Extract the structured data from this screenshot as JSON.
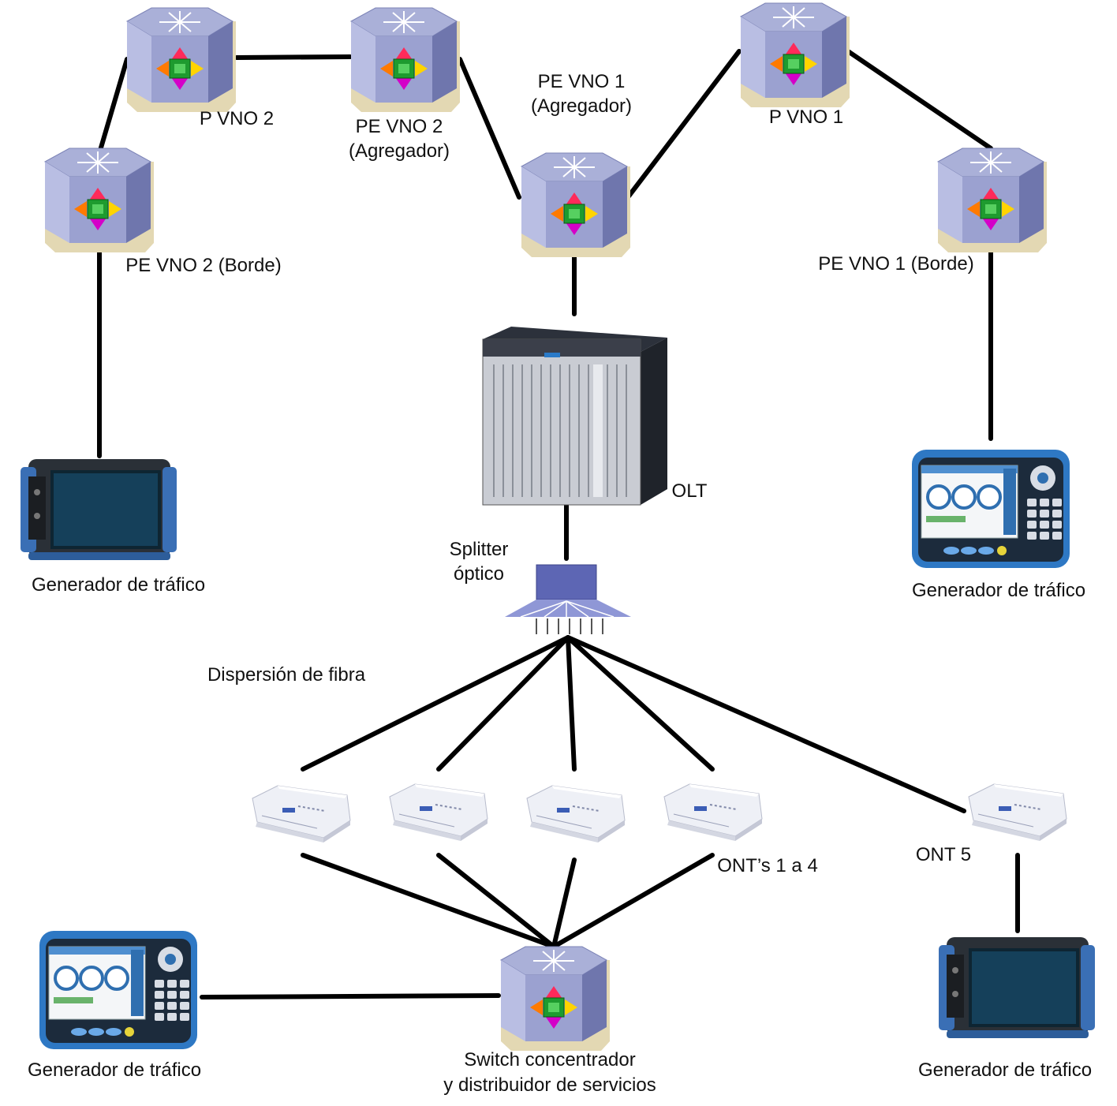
{
  "colors": {
    "link": "#000000",
    "router_top": "#aab0d8",
    "router_front": "#9ba1d0",
    "router_side": "#6f76ad",
    "router_base": "#e3d8b3",
    "olt_body": "#3b3f4a",
    "splitter": "#5d66b4",
    "meter_blue": "#2f6fb0"
  },
  "labels": {
    "p_vno2": "P VNO 2",
    "pe_vno2_agg_line1": "PE VNO 2",
    "pe_vno2_agg_line2": "(Agregador)",
    "pe_vno1_agg_line1": "PE VNO 1",
    "pe_vno1_agg_line2": "(Agregador)",
    "p_vno1": "P VNO 1",
    "pe_vno2_edge": "PE VNO 2 (Borde)",
    "pe_vno1_edge": "PE VNO 1 (Borde)",
    "olt": "OLT",
    "splitter_line1": "Splitter",
    "splitter_line2": "óptico",
    "fiber_dispersion": "Dispersión de fibra",
    "onts_1_4": "ONT’s 1 a 4",
    "ont5": "ONT 5",
    "switch_line1": "Switch concentrador",
    "switch_line2": "y distribuidor de servicios",
    "generator_top_left": "Generador de tráfico",
    "generator_top_right": "Generador de tráfico",
    "generator_bottom_left": "Generador de tráfico",
    "generator_bottom_right": "Generador de tráfico"
  },
  "icons": {
    "router": "router-icon",
    "olt": "olt-chassis-icon",
    "splitter": "optical-splitter-icon",
    "ont": "ont-modem-icon",
    "generator_tablet": "traffic-generator-tablet-icon",
    "generator_keypad": "traffic-generator-keypad-icon"
  }
}
